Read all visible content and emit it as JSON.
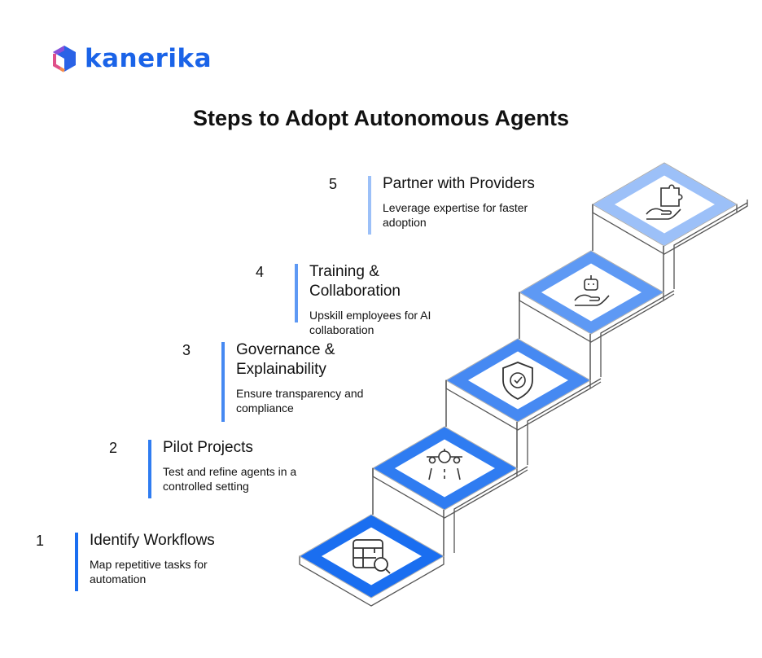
{
  "brand": {
    "name": "kanerika"
  },
  "title": "Steps to Adopt Autonomous Agents",
  "steps": [
    {
      "number": "1",
      "title": "Identify Workflows",
      "description": "Map repetitive tasks for automation",
      "icon": "table-search-icon",
      "color": "#1a6ef0"
    },
    {
      "number": "2",
      "title": "Pilot Projects",
      "description": "Test and refine agents in a controlled setting",
      "icon": "runway-airplane-icon",
      "color": "#2f7cf1"
    },
    {
      "number": "3",
      "title": "Governance & Explainability",
      "description": "Ensure transparency and compliance",
      "icon": "shield-check-icon",
      "color": "#4689f2"
    },
    {
      "number": "4",
      "title": "Training & Collaboration",
      "description": "Upskill employees for AI collaboration",
      "icon": "hand-robot-icon",
      "color": "#5e99f4"
    },
    {
      "number": "5",
      "title": "Partner with Providers",
      "description": "Leverage expertise for faster adoption",
      "icon": "hand-puzzle-icon",
      "color": "#9cc0f8"
    }
  ]
}
